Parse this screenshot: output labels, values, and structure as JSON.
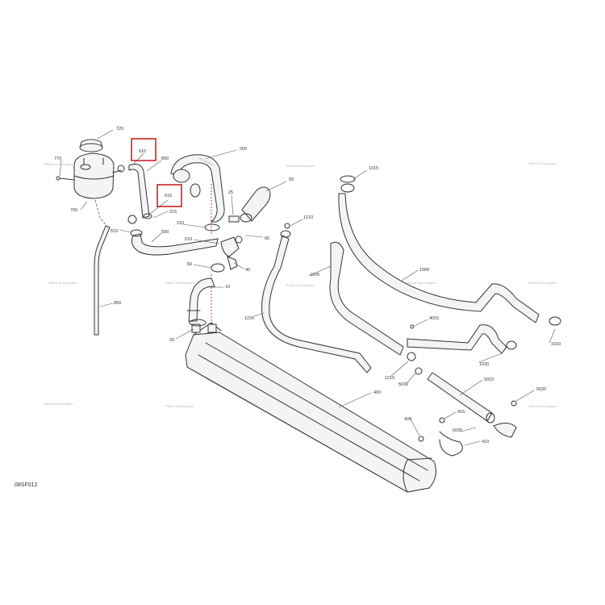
{
  "figure_code": "08SF012",
  "watermark": "®Best Technologies",
  "callouts": [
    {
      "id": "720"
    },
    {
      "id": "770"
    },
    {
      "id": "700"
    },
    {
      "id": "610"
    },
    {
      "id": "800"
    },
    {
      "id": "615"
    },
    {
      "id": "215"
    },
    {
      "id": "200"
    },
    {
      "id": "25"
    },
    {
      "id": "50"
    },
    {
      "id": "1015"
    },
    {
      "id": "1210"
    },
    {
      "id": "210"
    },
    {
      "id": "515"
    },
    {
      "id": "500"
    },
    {
      "id": "510"
    },
    {
      "id": "65"
    },
    {
      "id": "60"
    },
    {
      "id": "40"
    },
    {
      "id": "1200"
    },
    {
      "id": "1000"
    },
    {
      "id": "850"
    },
    {
      "id": "10"
    },
    {
      "id": "1220"
    },
    {
      "id": "4015"
    },
    {
      "id": "1010"
    },
    {
      "id": "20"
    },
    {
      "id": "1020"
    },
    {
      "id": "1215"
    },
    {
      "id": "5030"
    },
    {
      "id": "5010"
    },
    {
      "id": "400"
    },
    {
      "id": "5020"
    },
    {
      "id": "420"
    },
    {
      "id": "415"
    },
    {
      "id": "5030"
    },
    {
      "id": "410"
    }
  ],
  "highlighted_parts": [
    "610",
    "615"
  ]
}
